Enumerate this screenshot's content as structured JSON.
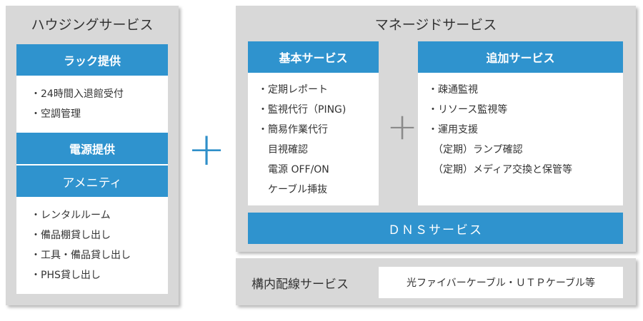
{
  "housing": {
    "title": "ハウジングサービス",
    "rack": "ラック提供",
    "rack_items": [
      "・24時間入退館受付",
      "・空調管理"
    ],
    "power": "電源提供",
    "amenity": "アメニティ",
    "amenity_items": [
      "・レンタルルーム",
      "・備品棚貸し出し",
      "・工具・備品貸し出し",
      "・PHS貸し出し"
    ]
  },
  "plus_symbol": "+",
  "managed": {
    "title": "マネージドサービス",
    "basic": "基本サービス",
    "basic_items": [
      "・定期レポート",
      "・監視代行（PING)",
      "・簡易作業代行",
      "　目視確認",
      "　電源 OFF/ON",
      "　ケーブル挿抜"
    ],
    "additional": "追加サービス",
    "additional_items": [
      "・疎通監視",
      "・リソース監視等",
      "・運用支援",
      "　（定期）ランプ確認",
      "　（定期）メディア交換と保管等"
    ],
    "dns": "ＤＮＳサービス"
  },
  "cabling": {
    "label": "構内配線サービス",
    "detail": "光ファイバーケーブル・ＵＴＰケーブル等"
  },
  "colors": {
    "accent": "#2f93ce",
    "plus_big": "#2f8fc9",
    "plus_small": "#8a8a8a",
    "panel": "#d8d8d8"
  }
}
